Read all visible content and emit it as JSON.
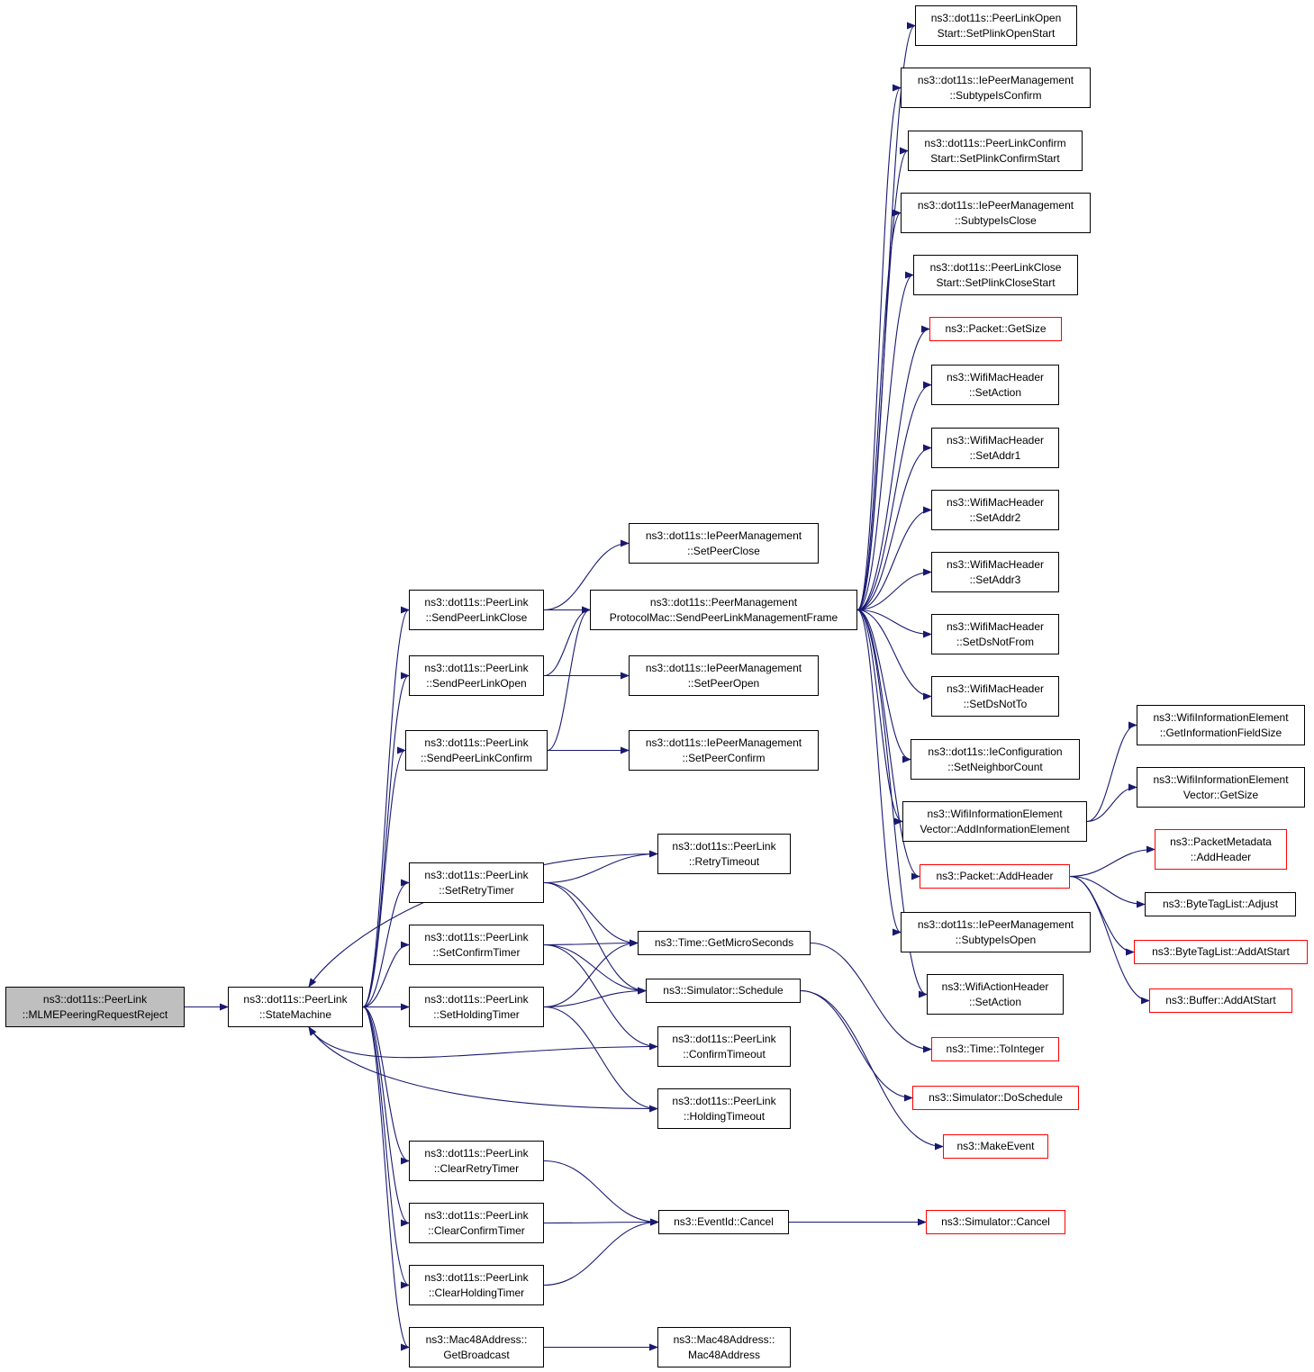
{
  "nodes": [
    {
      "id": "root",
      "lines": [
        "ns3::dot11s::PeerLink",
        "::MLMEPeeringRequestReject"
      ],
      "style": "root"
    },
    {
      "id": "sm",
      "lines": [
        "ns3::dot11s::PeerLink",
        "::StateMachine"
      ],
      "style": "normal"
    },
    {
      "id": "splc",
      "lines": [
        "ns3::dot11s::PeerLink",
        "::SendPeerLinkClose"
      ],
      "style": "normal"
    },
    {
      "id": "splo",
      "lines": [
        "ns3::dot11s::PeerLink",
        "::SendPeerLinkOpen"
      ],
      "style": "normal"
    },
    {
      "id": "splcf",
      "lines": [
        "ns3::dot11s::PeerLink",
        "::SendPeerLinkConfirm"
      ],
      "style": "normal"
    },
    {
      "id": "srt",
      "lines": [
        "ns3::dot11s::PeerLink",
        "::SetRetryTimer"
      ],
      "style": "normal"
    },
    {
      "id": "sct",
      "lines": [
        "ns3::dot11s::PeerLink",
        "::SetConfirmTimer"
      ],
      "style": "normal"
    },
    {
      "id": "sht",
      "lines": [
        "ns3::dot11s::PeerLink",
        "::SetHoldingTimer"
      ],
      "style": "normal"
    },
    {
      "id": "crt",
      "lines": [
        "ns3::dot11s::PeerLink",
        "::ClearRetryTimer"
      ],
      "style": "normal"
    },
    {
      "id": "cct",
      "lines": [
        "ns3::dot11s::PeerLink",
        "::ClearConfirmTimer"
      ],
      "style": "normal"
    },
    {
      "id": "cht",
      "lines": [
        "ns3::dot11s::PeerLink",
        "::ClearHoldingTimer"
      ],
      "style": "normal"
    },
    {
      "id": "gb",
      "lines": [
        "ns3::Mac48Address::",
        "GetBroadcast"
      ],
      "style": "normal"
    },
    {
      "id": "ipmspc",
      "lines": [
        "ns3::dot11s::IePeerManagement",
        "::SetPeerClose"
      ],
      "style": "normal"
    },
    {
      "id": "pmp",
      "lines": [
        "ns3::dot11s::PeerManagement",
        "ProtocolMac::SendPeerLinkManagementFrame"
      ],
      "style": "normal"
    },
    {
      "id": "ipmspo",
      "lines": [
        "ns3::dot11s::IePeerManagement",
        "::SetPeerOpen"
      ],
      "style": "normal"
    },
    {
      "id": "ipmspcf",
      "lines": [
        "ns3::dot11s::IePeerManagement",
        "::SetPeerConfirm"
      ],
      "style": "normal"
    },
    {
      "id": "rto",
      "lines": [
        "ns3::dot11s::PeerLink",
        "::RetryTimeout"
      ],
      "style": "normal"
    },
    {
      "id": "gms",
      "lines": [
        "ns3::Time::GetMicroSeconds"
      ],
      "style": "normal"
    },
    {
      "id": "sched",
      "lines": [
        "ns3::Simulator::Schedule"
      ],
      "style": "normal"
    },
    {
      "id": "cto",
      "lines": [
        "ns3::dot11s::PeerLink",
        "::ConfirmTimeout"
      ],
      "style": "normal"
    },
    {
      "id": "hto",
      "lines": [
        "ns3::dot11s::PeerLink",
        "::HoldingTimeout"
      ],
      "style": "normal"
    },
    {
      "id": "evc",
      "lines": [
        "ns3::EventId::Cancel"
      ],
      "style": "normal"
    },
    {
      "id": "m48",
      "lines": [
        "ns3::Mac48Address::",
        "Mac48Address"
      ],
      "style": "normal"
    },
    {
      "id": "splos",
      "lines": [
        "ns3::dot11s::PeerLinkOpen",
        "Start::SetPlinkOpenStart"
      ],
      "style": "normal"
    },
    {
      "id": "stic",
      "lines": [
        "ns3::dot11s::IePeerManagement",
        "::SubtypeIsConfirm"
      ],
      "style": "normal"
    },
    {
      "id": "splcs",
      "lines": [
        "ns3::dot11s::PeerLinkConfirm",
        "Start::SetPlinkConfirmStart"
      ],
      "style": "normal"
    },
    {
      "id": "sticl",
      "lines": [
        "ns3::dot11s::IePeerManagement",
        "::SubtypeIsClose"
      ],
      "style": "normal"
    },
    {
      "id": "splcls",
      "lines": [
        "ns3::dot11s::PeerLinkClose",
        "Start::SetPlinkCloseStart"
      ],
      "style": "normal"
    },
    {
      "id": "pgs",
      "lines": [
        "ns3::Packet::GetSize"
      ],
      "style": "red"
    },
    {
      "id": "wsa",
      "lines": [
        "ns3::WifiMacHeader",
        "::SetAction"
      ],
      "style": "normal"
    },
    {
      "id": "wa1",
      "lines": [
        "ns3::WifiMacHeader",
        "::SetAddr1"
      ],
      "style": "normal"
    },
    {
      "id": "wa2",
      "lines": [
        "ns3::WifiMacHeader",
        "::SetAddr2"
      ],
      "style": "normal"
    },
    {
      "id": "wa3",
      "lines": [
        "ns3::WifiMacHeader",
        "::SetAddr3"
      ],
      "style": "normal"
    },
    {
      "id": "wdnf",
      "lines": [
        "ns3::WifiMacHeader",
        "::SetDsNotFrom"
      ],
      "style": "normal"
    },
    {
      "id": "wdnt",
      "lines": [
        "ns3::WifiMacHeader",
        "::SetDsNotTo"
      ],
      "style": "normal"
    },
    {
      "id": "icsn",
      "lines": [
        "ns3::dot11s::IeConfiguration",
        "::SetNeighborCount"
      ],
      "style": "normal"
    },
    {
      "id": "wiev",
      "lines": [
        "ns3::WifiInformationElement",
        "Vector::AddInformationElement"
      ],
      "style": "normal"
    },
    {
      "id": "pah",
      "lines": [
        "ns3::Packet::AddHeader"
      ],
      "style": "red"
    },
    {
      "id": "stio",
      "lines": [
        "ns3::dot11s::IePeerManagement",
        "::SubtypeIsOpen"
      ],
      "style": "normal"
    },
    {
      "id": "wahsa",
      "lines": [
        "ns3::WifiActionHeader",
        "::SetAction"
      ],
      "style": "normal"
    },
    {
      "id": "tti",
      "lines": [
        "ns3::Time::ToInteger"
      ],
      "style": "red"
    },
    {
      "id": "sds",
      "lines": [
        "ns3::Simulator::DoSchedule"
      ],
      "style": "red"
    },
    {
      "id": "me",
      "lines": [
        "ns3::MakeEvent"
      ],
      "style": "red"
    },
    {
      "id": "sc",
      "lines": [
        "ns3::Simulator::Cancel"
      ],
      "style": "red"
    },
    {
      "id": "wgifs",
      "lines": [
        "ns3::WifiInformationElement",
        "::GetInformationFieldSize"
      ],
      "style": "normal"
    },
    {
      "id": "wvgs",
      "lines": [
        "ns3::WifiInformationElement",
        "Vector::GetSize"
      ],
      "style": "normal"
    },
    {
      "id": "pmah",
      "lines": [
        "ns3::PacketMetadata",
        "::AddHeader"
      ],
      "style": "red"
    },
    {
      "id": "btla",
      "lines": [
        "ns3::ByteTagList::Adjust"
      ],
      "style": "normal"
    },
    {
      "id": "btlaas",
      "lines": [
        "ns3::ByteTagList::AddAtStart"
      ],
      "style": "red"
    },
    {
      "id": "baas",
      "lines": [
        "ns3::Buffer::AddAtStart"
      ],
      "style": "red"
    }
  ],
  "edges": [
    [
      "root",
      "sm"
    ],
    [
      "sm",
      "splc"
    ],
    [
      "sm",
      "splo"
    ],
    [
      "sm",
      "splcf"
    ],
    [
      "sm",
      "srt"
    ],
    [
      "sm",
      "sct"
    ],
    [
      "sm",
      "sht"
    ],
    [
      "sm",
      "crt"
    ],
    [
      "sm",
      "cct"
    ],
    [
      "sm",
      "cht"
    ],
    [
      "sm",
      "gb"
    ],
    [
      "splc",
      "ipmspc"
    ],
    [
      "splc",
      "pmp"
    ],
    [
      "splo",
      "pmp"
    ],
    [
      "splo",
      "ipmspo"
    ],
    [
      "splcf",
      "pmp"
    ],
    [
      "splcf",
      "ipmspcf"
    ],
    [
      "srt",
      "rto"
    ],
    [
      "srt",
      "gms"
    ],
    [
      "srt",
      "sched"
    ],
    [
      "sct",
      "gms"
    ],
    [
      "sct",
      "sched"
    ],
    [
      "sct",
      "cto"
    ],
    [
      "sht",
      "gms"
    ],
    [
      "sht",
      "sched"
    ],
    [
      "sht",
      "hto"
    ],
    [
      "rto",
      "sm"
    ],
    [
      "cto",
      "sm"
    ],
    [
      "hto",
      "sm"
    ],
    [
      "crt",
      "evc"
    ],
    [
      "cct",
      "evc"
    ],
    [
      "cht",
      "evc"
    ],
    [
      "gb",
      "m48"
    ],
    [
      "pmp",
      "splos"
    ],
    [
      "pmp",
      "stic"
    ],
    [
      "pmp",
      "splcs"
    ],
    [
      "pmp",
      "sticl"
    ],
    [
      "pmp",
      "splcls"
    ],
    [
      "pmp",
      "pgs"
    ],
    [
      "pmp",
      "wsa"
    ],
    [
      "pmp",
      "wa1"
    ],
    [
      "pmp",
      "wa2"
    ],
    [
      "pmp",
      "wa3"
    ],
    [
      "pmp",
      "wdnf"
    ],
    [
      "pmp",
      "wdnt"
    ],
    [
      "pmp",
      "icsn"
    ],
    [
      "pmp",
      "wiev"
    ],
    [
      "pmp",
      "pah"
    ],
    [
      "pmp",
      "stio"
    ],
    [
      "pmp",
      "wahsa"
    ],
    [
      "gms",
      "tti"
    ],
    [
      "sched",
      "sds"
    ],
    [
      "sched",
      "me"
    ],
    [
      "evc",
      "sc"
    ],
    [
      "wiev",
      "wgifs"
    ],
    [
      "wiev",
      "wvgs"
    ],
    [
      "pah",
      "pmah"
    ],
    [
      "pah",
      "btla"
    ],
    [
      "pah",
      "btlaas"
    ],
    [
      "pah",
      "baas"
    ]
  ],
  "colors": {
    "edge": "#191970",
    "border": "#000000",
    "red_border": "#ff0000",
    "root_fill": "#bfbfbf"
  }
}
